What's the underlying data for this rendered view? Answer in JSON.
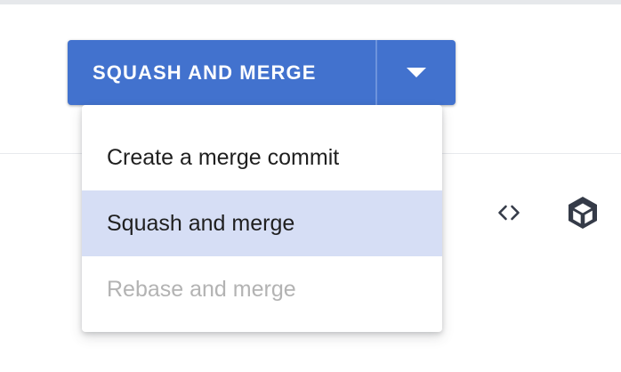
{
  "button": {
    "label": "SQUASH AND MERGE",
    "dropdown_icon": "chevron-down-icon",
    "background_color": "#4272CE",
    "text_color": "#FFFFFF",
    "divider_color": "#6D93DC"
  },
  "menu": {
    "items": [
      {
        "label": "Create a merge commit",
        "state": "normal"
      },
      {
        "label": "Squash and merge",
        "state": "highlighted"
      },
      {
        "label": "Rebase and merge",
        "state": "disabled"
      }
    ],
    "highlight_color": "#D6DEF5",
    "disabled_text_color": "#B3B3B3",
    "text_color": "#1F1F1F",
    "background_color": "#FFFFFF"
  },
  "toolbar": {
    "icons": [
      {
        "name": "code-brackets-icon",
        "title": "Code"
      },
      {
        "name": "package-cube-icon",
        "title": "Package"
      }
    ],
    "icon_color": "#353B48"
  },
  "page": {
    "divider_color": "#E8EAED",
    "top_strip_color": "#E6E8EB",
    "background_color": "#FFFFFF"
  }
}
